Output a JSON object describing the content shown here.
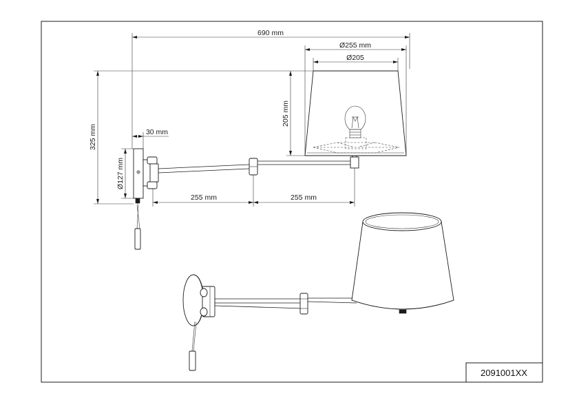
{
  "drawing": {
    "dimensions": {
      "total_reach": "690 mm",
      "shade_outer_diameter": "Ø255 mm",
      "shade_inner_diameter": "Ø205",
      "shade_height": "205 mm",
      "overall_height": "325 mm",
      "plate_depth": "30 mm",
      "plate_diameter": "Ø127 mm",
      "arm_segment_1": "255 mm",
      "arm_segment_2": "255 mm"
    },
    "article_number": "2091001XX"
  }
}
